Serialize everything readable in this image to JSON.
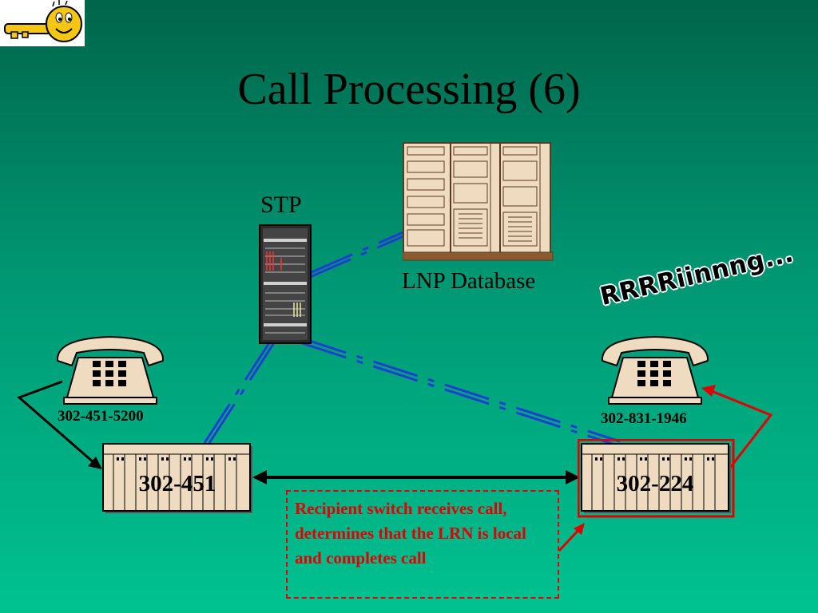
{
  "title": "Call Processing (6)",
  "stp_label": "STP",
  "database_label": "LNP Database",
  "ringing_text": "RRRRiinnng...",
  "caller_number": "302-451-5200",
  "recipient_number": "302-831-1946",
  "originating_switch": "302-451",
  "recipient_switch": "302-224",
  "note": "Recipient switch receives call, determines that the LRN is local and completes call",
  "colors": {
    "highlight": "#e00000",
    "signaling_link": "#1f3fd0",
    "equipment": "#f2d9b8"
  },
  "icons": [
    "key-logo-icon",
    "telephone-icon",
    "stp-rack-icon",
    "database-server-icon",
    "switch-icon"
  ]
}
